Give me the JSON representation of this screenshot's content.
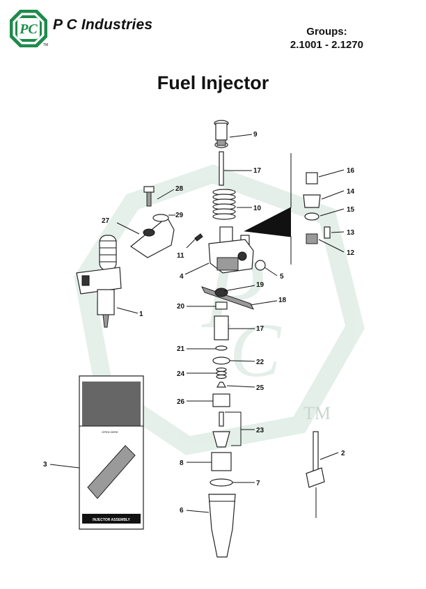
{
  "header": {
    "logo_letters": "PC",
    "logo_mark": "TM",
    "company": "P C Industries",
    "groups_label": "Groups:",
    "groups_range": "2.1001 - 2.1270"
  },
  "title": "Fuel Injector",
  "watermark": {
    "mark": "TM",
    "color": "#2e8b57"
  },
  "box_text": {
    "open_here": "OPEN HERE",
    "label": "INJECTOR ASSEMBLY"
  },
  "callouts": {
    "c1": "1",
    "c2": "2",
    "c3": "3",
    "c4": "4",
    "c5": "5",
    "c6": "6",
    "c7": "7",
    "c8": "8",
    "c9": "9",
    "c10": "10",
    "c11": "11",
    "c12": "12",
    "c13": "13",
    "c14": "14",
    "c15": "15",
    "c16": "16",
    "c17a": "17",
    "c17b": "17",
    "c18": "18",
    "c19": "19",
    "c20": "20",
    "c21": "21",
    "c22": "22",
    "c23": "23",
    "c24": "24",
    "c25": "25",
    "c26": "26",
    "c27": "27",
    "c28": "28",
    "c29": "29"
  },
  "colors": {
    "brand_green": "#1f8a4c",
    "ink": "#111111"
  }
}
